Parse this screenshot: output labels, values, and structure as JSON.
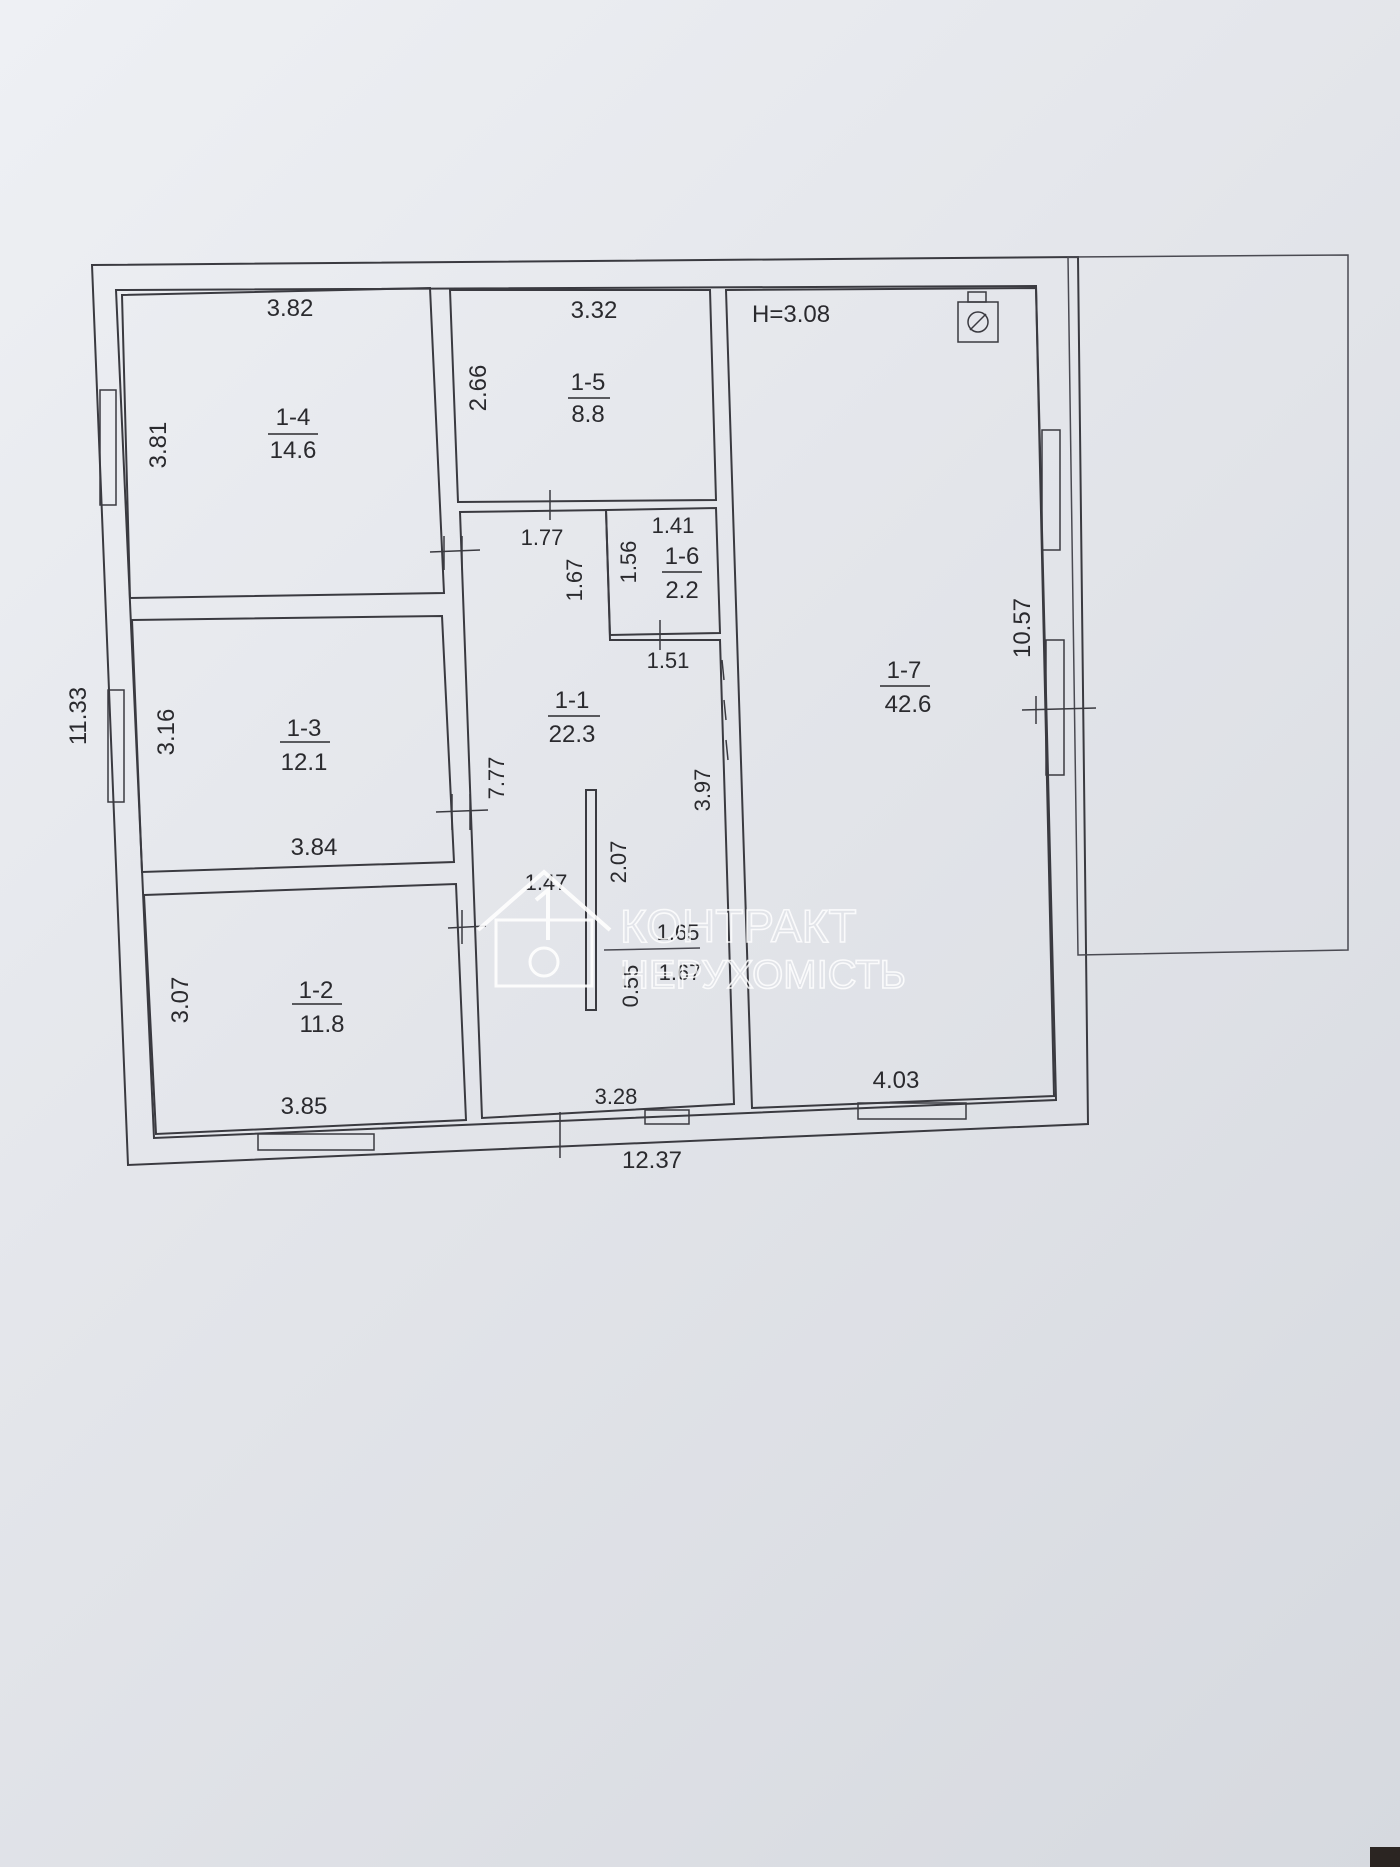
{
  "height_label": "H=3.08",
  "overall": {
    "width": "12.37",
    "depth": "11.33"
  },
  "rooms": [
    {
      "id": "1-4",
      "area": "14.6",
      "w": "3.82",
      "h": "3.81"
    },
    {
      "id": "1-5",
      "area": "8.8",
      "w": "3.32",
      "h": "2.66"
    },
    {
      "id": "1-6",
      "area": "2.2",
      "w": "1.41",
      "h": "1.56"
    },
    {
      "id": "1-1",
      "area": "22.3"
    },
    {
      "id": "1-3",
      "area": "12.1",
      "h": "3.16",
      "w": "3.84"
    },
    {
      "id": "1-2",
      "area": "11.8",
      "h": "3.07",
      "w": "3.85"
    },
    {
      "id": "1-7",
      "area": "42.6",
      "h": "10.57",
      "w": "4.03"
    }
  ],
  "corridor_dims": {
    "d1": "1.77",
    "d2": "1.67",
    "d3": "1.51",
    "d4": "7.77",
    "d5": "3.97",
    "d6": "2.07",
    "d7": "1.47",
    "d8": "1.65",
    "d9": "0.55",
    "d10": "1.67",
    "d11": "3.28"
  },
  "watermark": {
    "line1": "КОНТРАКТ",
    "line2": "НЕРУХОМІСТЬ"
  }
}
